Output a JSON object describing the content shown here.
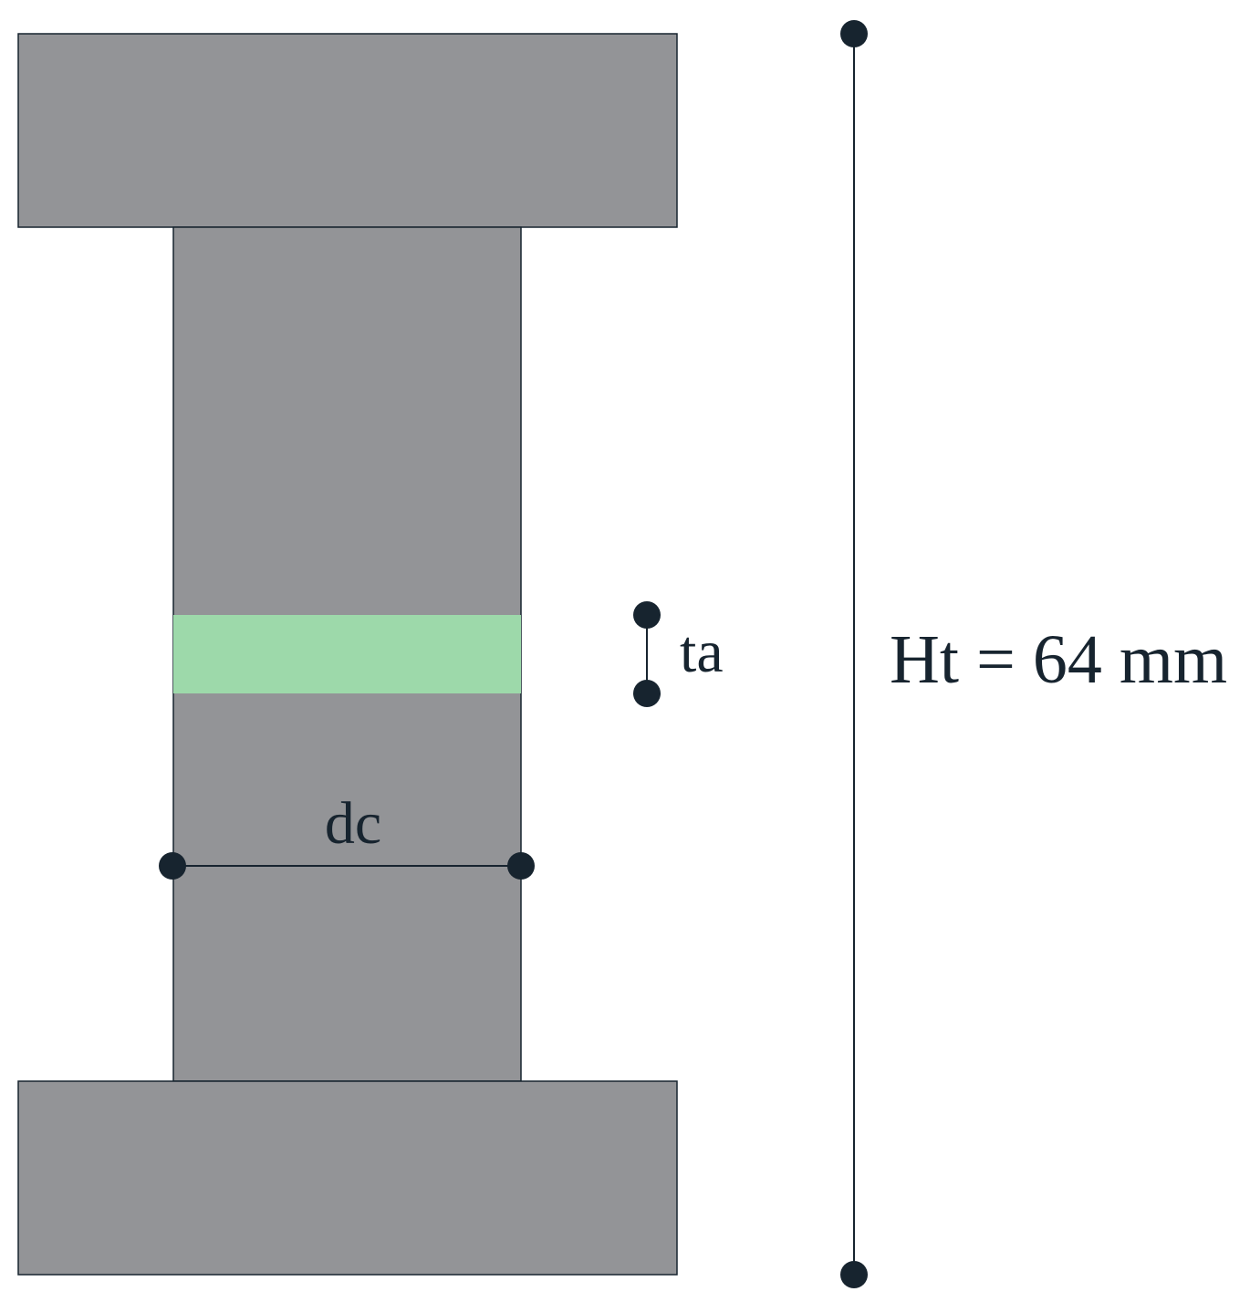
{
  "labels": {
    "dc": "dc",
    "ta": "ta",
    "height": "Ht = 64 mm"
  },
  "colors": {
    "specimen_fill": "#939497",
    "adhesive_fill": "#9dd9aa",
    "line_color": "#17242f",
    "background": "#ffffff"
  }
}
